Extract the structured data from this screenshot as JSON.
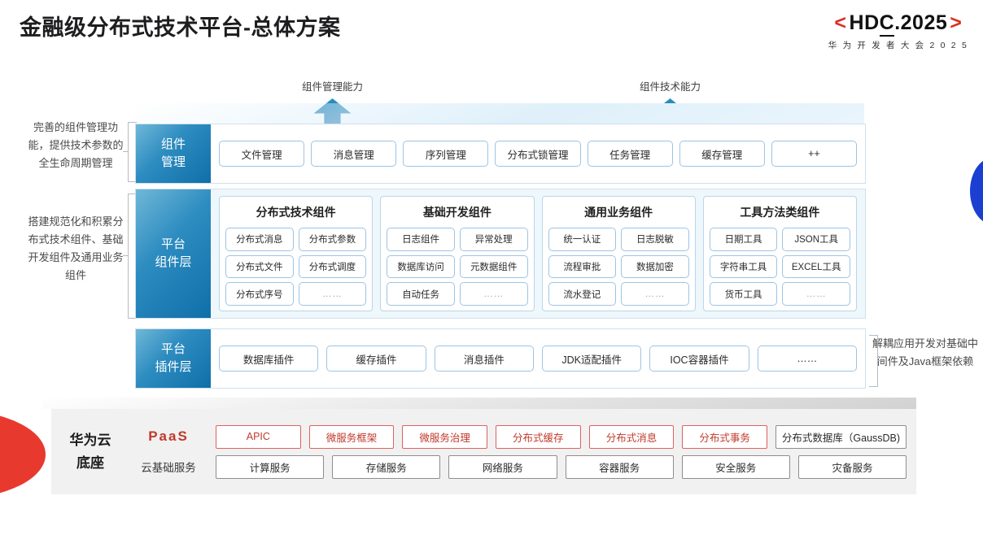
{
  "header": {
    "title": "金融级分布式技术平台-总体方案",
    "logo": {
      "bracket_left": "<",
      "main": "HDC.2025",
      "main_prefix": "HD",
      "main_underlined": "C",
      "main_suffix": ".2025",
      "bracket_right": ">",
      "subtitle": "华 为 开 发 者 大 会 2 0 2 5",
      "bracket_color": "#d93025"
    }
  },
  "arrows": [
    {
      "label": "组件管理能力"
    },
    {
      "label": "组件技术能力"
    }
  ],
  "annotations": {
    "left_1": "完善的组件管理功能，提供技术参数的全生命周期管理",
    "left_2": "搭建规范化和积累分布式技术组件、基础开发组件及通用业务组件",
    "right": "解耦应用开发对基础中间件及Java框架依赖"
  },
  "component_management": {
    "label": "组件管理",
    "label_line1": "组件",
    "label_line2": "管理",
    "items": [
      "文件管理",
      "消息管理",
      "序列管理",
      "分布式锁管理",
      "任务管理",
      "缓存管理",
      "++"
    ]
  },
  "platform_component_layer": {
    "label_line1": "平台",
    "label_line2": "组件层",
    "groups": [
      {
        "title": "分布式技术组件",
        "rows": [
          [
            "分布式消息",
            "分布式参数"
          ],
          [
            "分布式文件",
            "分布式调度"
          ],
          [
            "分布式序号",
            "……"
          ]
        ]
      },
      {
        "title": "基础开发组件",
        "rows": [
          [
            "日志组件",
            "异常处理"
          ],
          [
            "数据库访问",
            "元数据组件"
          ],
          [
            "自动任务",
            "……"
          ]
        ]
      },
      {
        "title": "通用业务组件",
        "rows": [
          [
            "统一认证",
            "日志脱敏"
          ],
          [
            "流程审批",
            "数据加密"
          ],
          [
            "流水登记",
            "……"
          ]
        ]
      },
      {
        "title": "工具方法类组件",
        "rows": [
          [
            "日期工具",
            "JSON工具"
          ],
          [
            "字符串工具",
            "EXCEL工具"
          ],
          [
            "货币工具",
            "……"
          ]
        ]
      }
    ]
  },
  "platform_plugin_layer": {
    "label_line1": "平台",
    "label_line2": "插件层",
    "items": [
      "数据库插件",
      "缓存插件",
      "消息插件",
      "JDK适配插件",
      "IOC容器插件",
      "……"
    ]
  },
  "huawei_cloud": {
    "brand_line1": "华为云",
    "brand_line2": "底座",
    "rows": [
      {
        "label": "PaaS",
        "label_style": "red",
        "items": [
          {
            "text": "APIC",
            "style": "red"
          },
          {
            "text": "微服务框架",
            "style": "red"
          },
          {
            "text": "微服务治理",
            "style": "red"
          },
          {
            "text": "分布式缓存",
            "style": "red"
          },
          {
            "text": "分布式消息",
            "style": "red"
          },
          {
            "text": "分布式事务",
            "style": "red"
          },
          {
            "text": "分布式数据库（GaussDB)",
            "style": "gray"
          }
        ]
      },
      {
        "label": "云基础服务",
        "label_style": "plain",
        "items": [
          {
            "text": "计算服务",
            "style": "gray"
          },
          {
            "text": "存储服务",
            "style": "gray"
          },
          {
            "text": "网络服务",
            "style": "gray"
          },
          {
            "text": "容器服务",
            "style": "gray"
          },
          {
            "text": "安全服务",
            "style": "gray"
          },
          {
            "text": "灾备服务",
            "style": "gray"
          }
        ]
      }
    ]
  }
}
